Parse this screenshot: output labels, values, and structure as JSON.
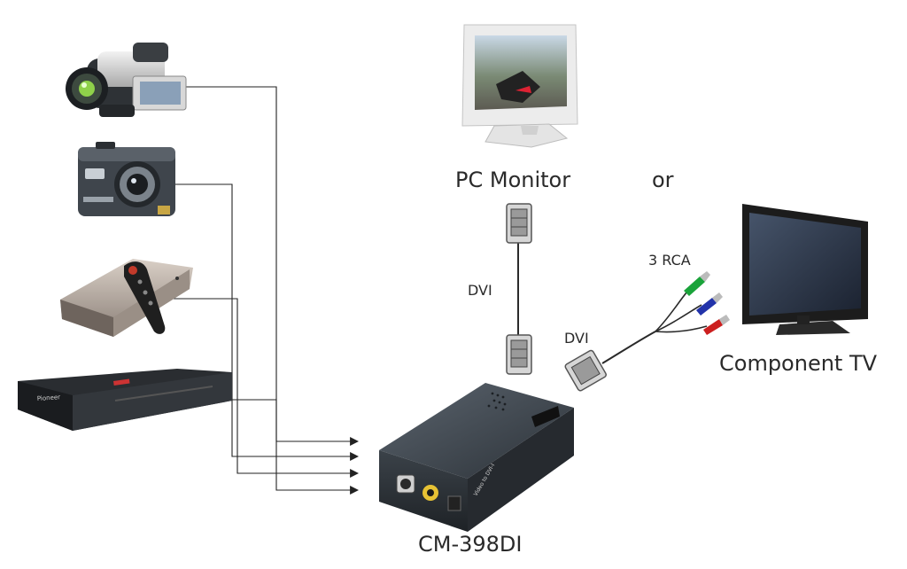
{
  "labels": {
    "pc_monitor": "PC Monitor",
    "or": "or",
    "component_tv": "Component TV",
    "rca": "3 RCA",
    "dvi_vertical": "DVI",
    "dvi_side": "DVI",
    "converter": "CM-398DI"
  },
  "device_text": {
    "dvd_brand": "Pioneer",
    "converter_face": "Video to DVI-I"
  },
  "sources": [
    "camcorder",
    "digital camera",
    "media player",
    "dvd player"
  ],
  "colors": {
    "wire": "#222222",
    "rca_green": "#1aa33a",
    "rca_blue": "#2233aa",
    "rca_red": "#cc1f1f",
    "device_dark": "#2b3036",
    "tv_frame": "#1c1c1c",
    "tv_screen": "#3a4658"
  },
  "icons": [
    "camcorder-icon",
    "camera-icon",
    "media-player-icon",
    "remote-icon",
    "dvd-player-icon",
    "pc-monitor-icon",
    "dvi-connector-icon",
    "component-tv-icon",
    "rca-plug-icon",
    "converter-box-icon"
  ]
}
